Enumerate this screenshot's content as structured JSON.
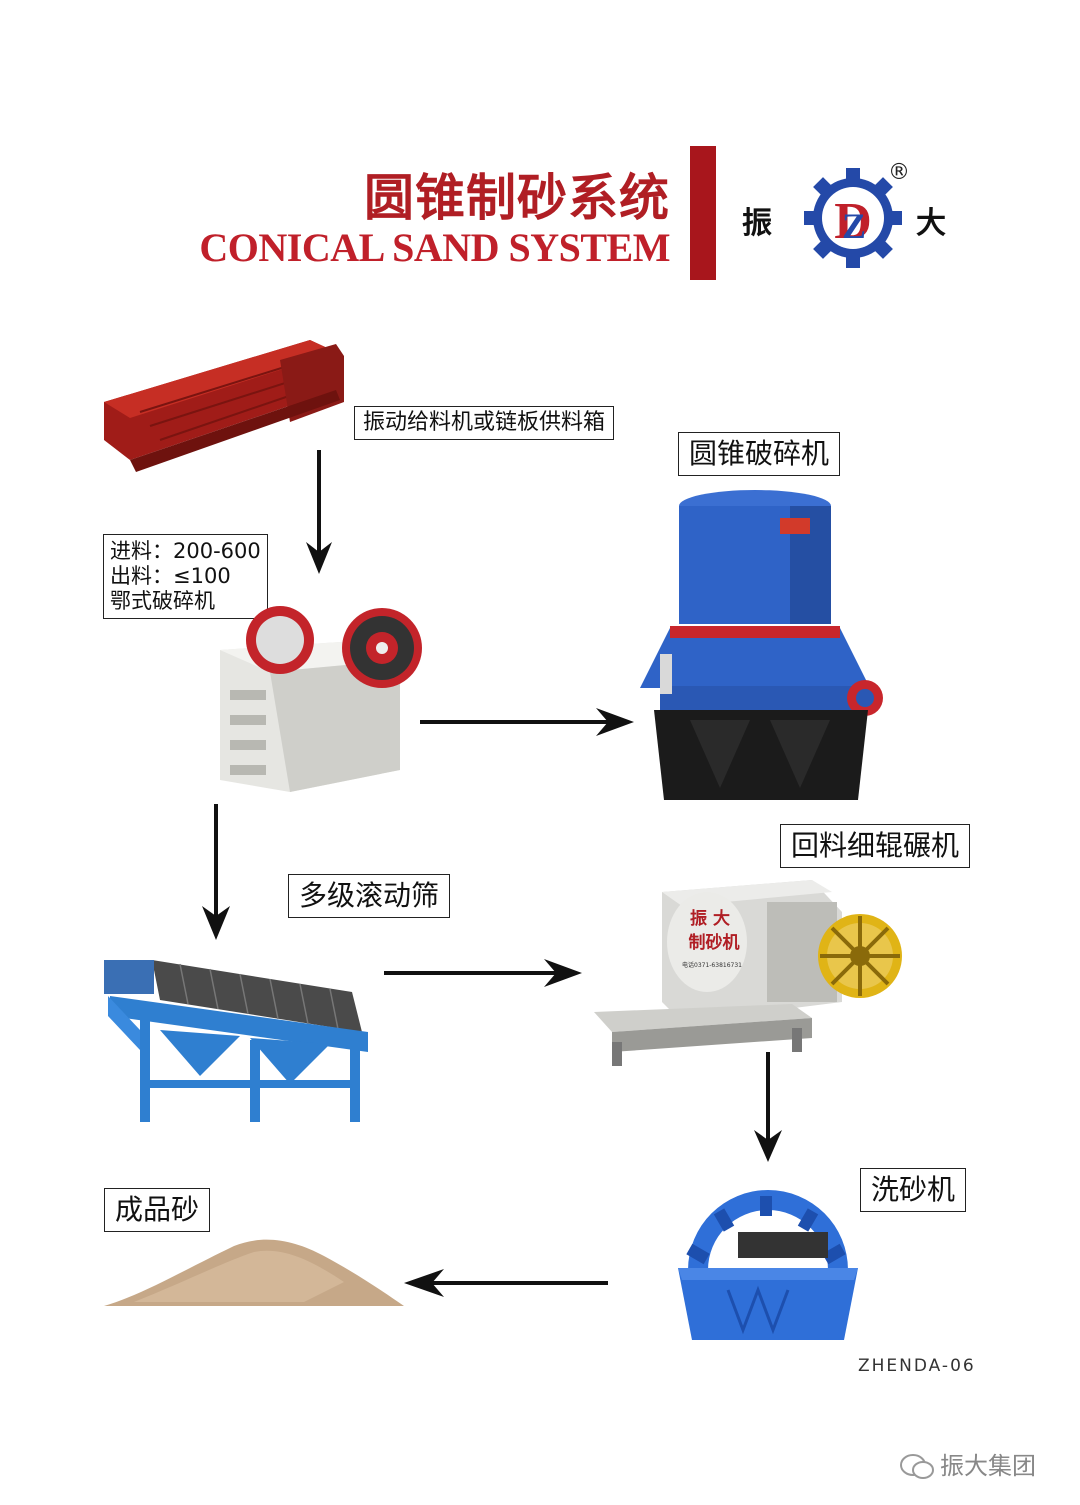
{
  "header": {
    "title_cn": "圆锥制砂系统",
    "title_en": "CONICAL SAND SYSTEM",
    "logo_left": "振",
    "logo_right": "大",
    "logo_letters": "ZD",
    "registered_mark": "®"
  },
  "labels": {
    "feeder": "振动给料机或链板供料箱",
    "cone_crusher": "圆锥破碎机",
    "jaw_spec_in": "进料：200-600",
    "jaw_spec_out": "出料：≤100",
    "jaw_crusher": "鄂式破碎机",
    "roller_crusher": "回料细辊碾机",
    "trommel": "多级滚动筛",
    "sand_washer": "洗砂机",
    "finished_sand": "成品砂"
  },
  "roller_text": {
    "brand": "振 大",
    "name": "制砂机",
    "phone": "电话0371-63816731"
  },
  "footer": {
    "code": "ZHENDA-06",
    "wechat": "振大集团"
  },
  "colors": {
    "brand_red": "#b01e24",
    "machine_blue": "#2f63c7",
    "feeder_red": "#b8241e"
  }
}
